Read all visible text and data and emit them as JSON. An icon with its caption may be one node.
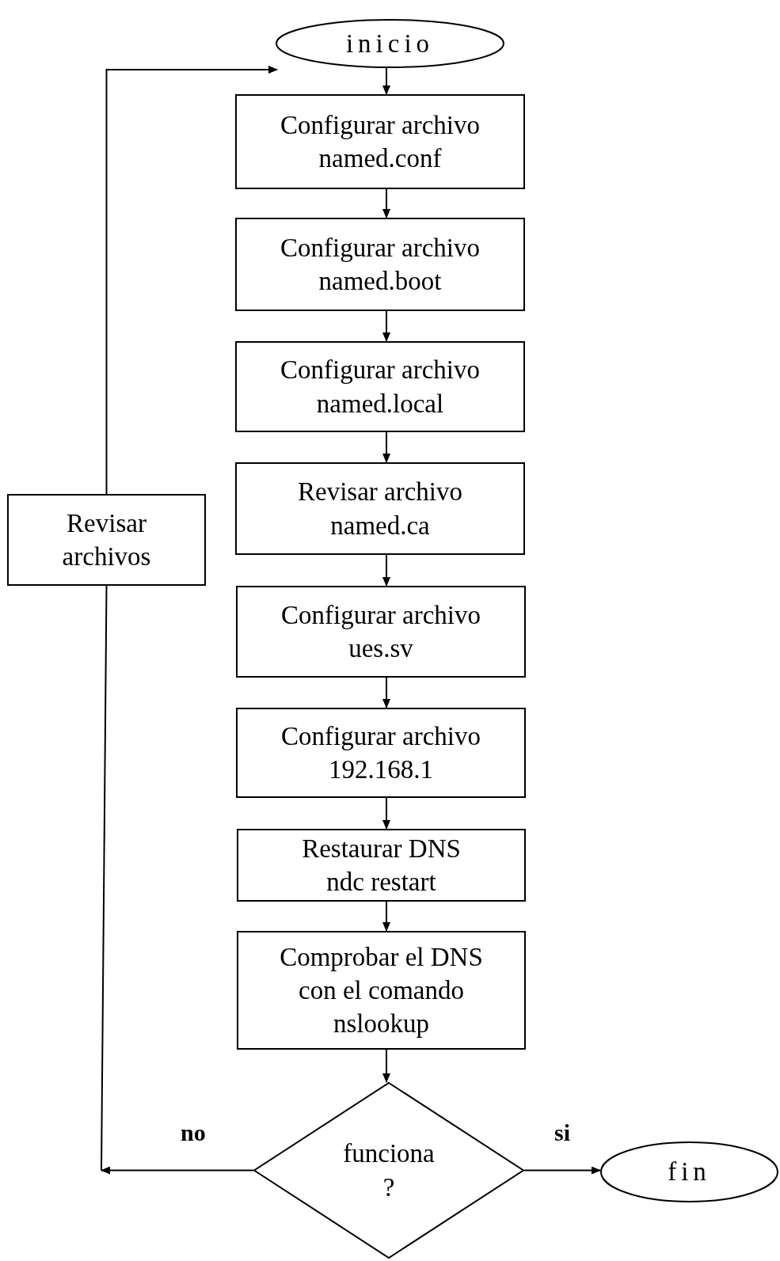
{
  "diagram": {
    "nodes": [
      {
        "text": [
          "inicio"
        ]
      },
      {
        "text": [
          "Configurar archivo named.conf"
        ]
      },
      {
        "text": [
          "Configurar archivo named.boot"
        ]
      },
      {
        "text": [
          "Configurar archivo named.local"
        ]
      },
      {
        "text": [
          "Revisar archivo named.ca"
        ]
      },
      {
        "text": [
          "Configurar archivo ues.sv"
        ]
      },
      {
        "text": [
          "Configurar archivo 192.168.1"
        ]
      },
      {
        "text": [
          "Restaurar DNS ndc restart"
        ]
      },
      {
        "text": [
          "Comprobar el DNS con el comando nslookup"
        ]
      },
      {
        "text": [
          "funciona ?"
        ]
      },
      {
        "text": [
          "fin"
        ]
      },
      {
        "text": [
          "Revisar archivos"
        ]
      }
    ],
    "edges": [
      {
        "from": 0,
        "to": 1,
        "arrow": "to"
      },
      {
        "from": 1,
        "to": 2,
        "arrow": "to"
      },
      {
        "from": 2,
        "to": 3,
        "arrow": "to"
      },
      {
        "from": 3,
        "to": 4,
        "arrow": "to"
      },
      {
        "from": 4,
        "to": 5,
        "arrow": "to"
      },
      {
        "from": 5,
        "to": 6,
        "arrow": "to"
      },
      {
        "from": 6,
        "to": 7,
        "arrow": "to"
      },
      {
        "from": 7,
        "to": 8,
        "arrow": "to"
      },
      {
        "from": 8,
        "to": 9,
        "arrow": "to"
      },
      {
        "from": 9,
        "to": 10,
        "arrow": "to",
        "label": "si"
      },
      {
        "from": 9,
        "to": null,
        "arrow": "to",
        "label": "no"
      },
      {
        "from": 11,
        "to": 0,
        "arrow": "to"
      },
      {
        "from": null,
        "to": 11,
        "arrow": "none"
      }
    ]
  }
}
